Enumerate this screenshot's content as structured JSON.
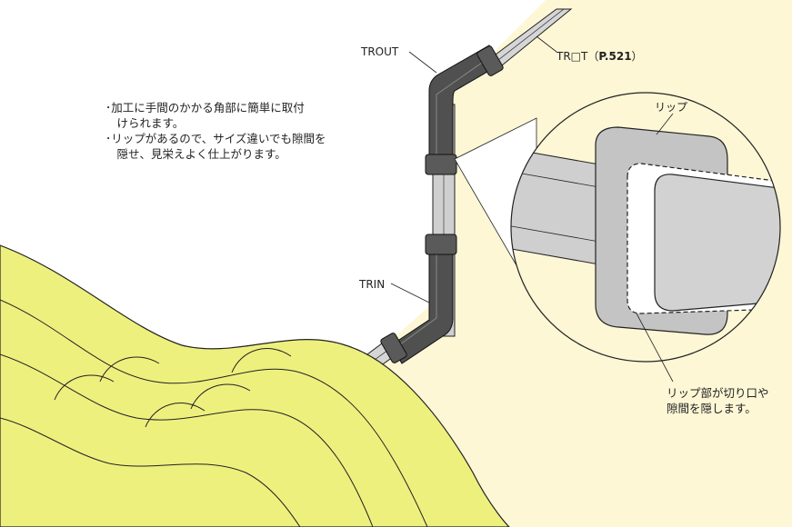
{
  "labels": {
    "trout": "TROUT",
    "trin": "TRIN",
    "tr_prefix": "TR□T（",
    "tr_page": "P.521",
    "tr_suffix": "）",
    "lip": "リップ"
  },
  "description": [
    "･加工に手間のかかる角部に簡単に取付",
    "　けられます。",
    "･リップがあるので、サイズ違いでも隙間を",
    "　隠せ、見栄えよく仕上がります。"
  ],
  "note": [
    "リップ部が切り口や",
    "隙間を隠します。"
  ],
  "colors": {
    "cream": "#fdf7d6",
    "cable_yellow": "#eef07e",
    "fitting_dark": "#505050",
    "duct_gray": "#cfcfcf",
    "line": "#222222"
  }
}
